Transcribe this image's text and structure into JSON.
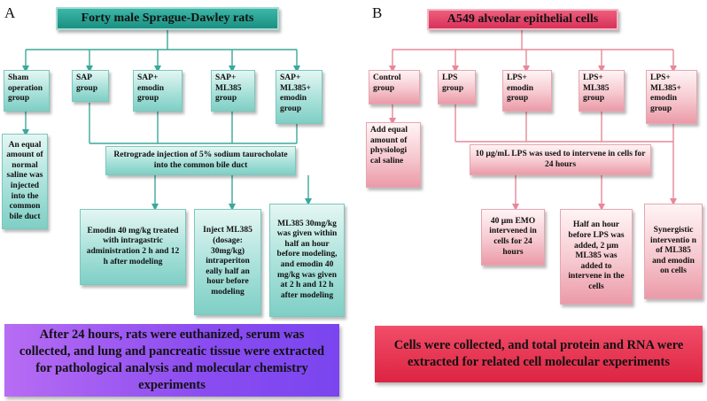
{
  "panel_a": {
    "letter": "A",
    "title": "Forty male  Sprague-Dawley rats",
    "groups": {
      "sham": "Sham operation group",
      "sap": "SAP group",
      "sap_emodin": "SAP+ emodin group",
      "sap_ml385": "SAP+ ML385 group",
      "sap_ml385_emodin": "SAP+ ML385+ emodin group"
    },
    "sham_detail": "An equal amount of normal saline was injected into the common bile duct",
    "retrograde": "Retrograde injection of 5% sodium taurocholate into the common bile duct",
    "emodin_detail": "Emodin 40 mg/kg treated with intragastric administration  2 h and 12 h after modeling",
    "ml385_detail": "Inject ML385 (dosage: 30mg/kg) intraperiton eally half an hour before modeling",
    "combo_detail": "ML385 30mg/kg was given within half an hour before modeling, and emodin 40 mg/kg was given at 2 h and 12 h after modeling",
    "final": "After 24 hours, rats were euthanized, serum was collected, and lung and pancreatic tissue were extracted for pathological analysis and molecular chemistry experiments"
  },
  "panel_b": {
    "letter": "B",
    "title": "A549 alveolar epithelial cells",
    "groups": {
      "control": "Control group",
      "lps": "LPS group",
      "lps_emodin": "LPS+ emodin group",
      "lps_ml385": "LPS+ ML385 group",
      "lps_ml385_emodin": "LPS+ ML385+ emodin group"
    },
    "control_detail": "Add equal amount of physiologi cal saline",
    "lps_intervene": "10 µg/mL LPS was used to intervene in cells for 24 hours",
    "emo_detail": "40 µm EMO intervened in cells for 24 hours",
    "ml385_detail": "Half an hour before LPS was added, 2 µm ML385 was added to intervene in the cells",
    "synergy_detail": "Synergistic interventio n of ML385 and emodin on cells",
    "final": "Cells were collected, and total protein and RNA were extracted for related cell molecular experiments"
  },
  "colors": {
    "teal_title": "#1b8f82",
    "teal_line": "#3aa89a",
    "pink_title": "#d8315a",
    "pink_line": "#e7889a",
    "final_a": "#8a4cf0",
    "final_b": "#dc2441"
  }
}
